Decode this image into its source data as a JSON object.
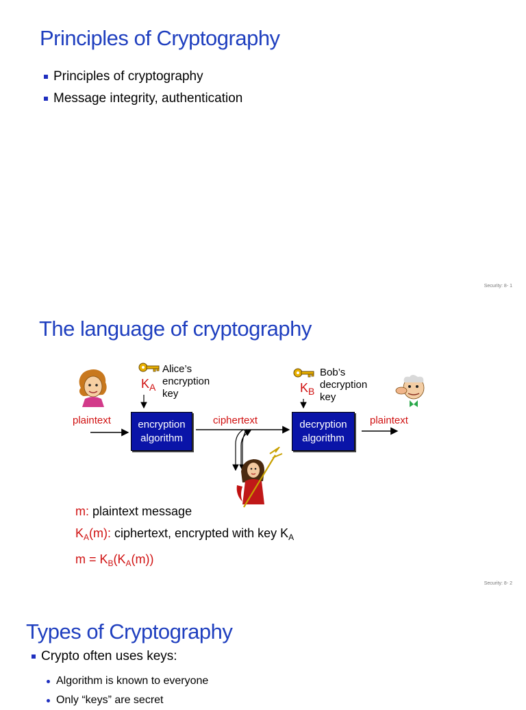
{
  "slide1": {
    "title": "Principles of Cryptography",
    "bullets": [
      "Principles of cryptography",
      "Message integrity, authentication"
    ],
    "footer": "Security: 8- 1"
  },
  "slide2": {
    "title": "The language of cryptography",
    "alice_key_label": [
      "Alice’s",
      "encryption",
      "key"
    ],
    "bob_key_label": [
      "Bob’s",
      "decryption",
      "key"
    ],
    "key_a_letter": "K",
    "key_a_sub": "A",
    "key_b_letter": "K",
    "key_b_sub": "B",
    "plaintext_left": "plaintext",
    "ciphertext": "ciphertext",
    "plaintext_right": "plaintext",
    "encryption_box": [
      "encryption",
      "algorithm"
    ],
    "decryption_box": [
      "decryption",
      "algorithm"
    ],
    "def1_prefix": "m:",
    "def1_text": " plaintext message",
    "def2_prefix_k": "K",
    "def2_prefix_sub": "A",
    "def2_prefix_rest": "(m):",
    "def2_text": " ciphertext, encrypted with key K",
    "def2_text_sub": "A",
    "def3_a": "m = K",
    "def3_sub_b": "B",
    "def3_b": "(K",
    "def3_sub_a": "A",
    "def3_c": "(m))",
    "footer": "Security: 8- 2",
    "colors": {
      "box": "#0a14a8",
      "highlight": "#d01010",
      "title": "#1f3fbf"
    },
    "icons": [
      "alice-icon",
      "bob-icon",
      "trudy-icon",
      "key-icon"
    ]
  },
  "slide3": {
    "title": "Types of Cryptography",
    "bullets": [
      "Crypto often uses keys:"
    ],
    "sub_bullets": [
      "Algorithm is known to everyone",
      "Only “keys” are secret"
    ]
  }
}
